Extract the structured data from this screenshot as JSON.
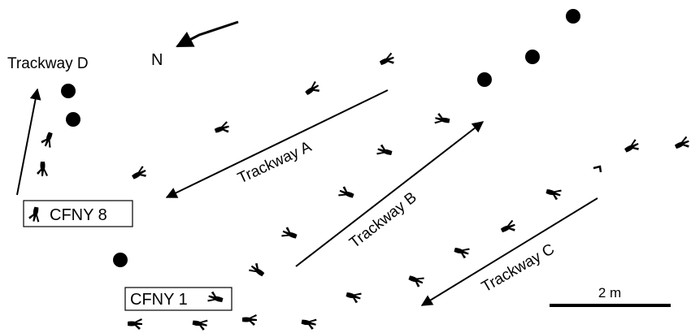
{
  "north": {
    "label": "N"
  },
  "trackways": {
    "a": {
      "label": "Trackway A"
    },
    "b": {
      "label": "Trackway B"
    },
    "c": {
      "label": "Trackway C"
    },
    "d": {
      "label": "Trackway D"
    }
  },
  "specimens": {
    "cfny8": {
      "label": "CFNY 8"
    },
    "cfny1": {
      "label": "CFNY 1"
    }
  },
  "scale_bar": {
    "label": "2 m"
  },
  "colors": {
    "ink": "#000000",
    "background": "#ffffff"
  },
  "icons": {
    "footprint": "tridactyl-footprint-icon",
    "marker": "filled-circle-marker"
  }
}
